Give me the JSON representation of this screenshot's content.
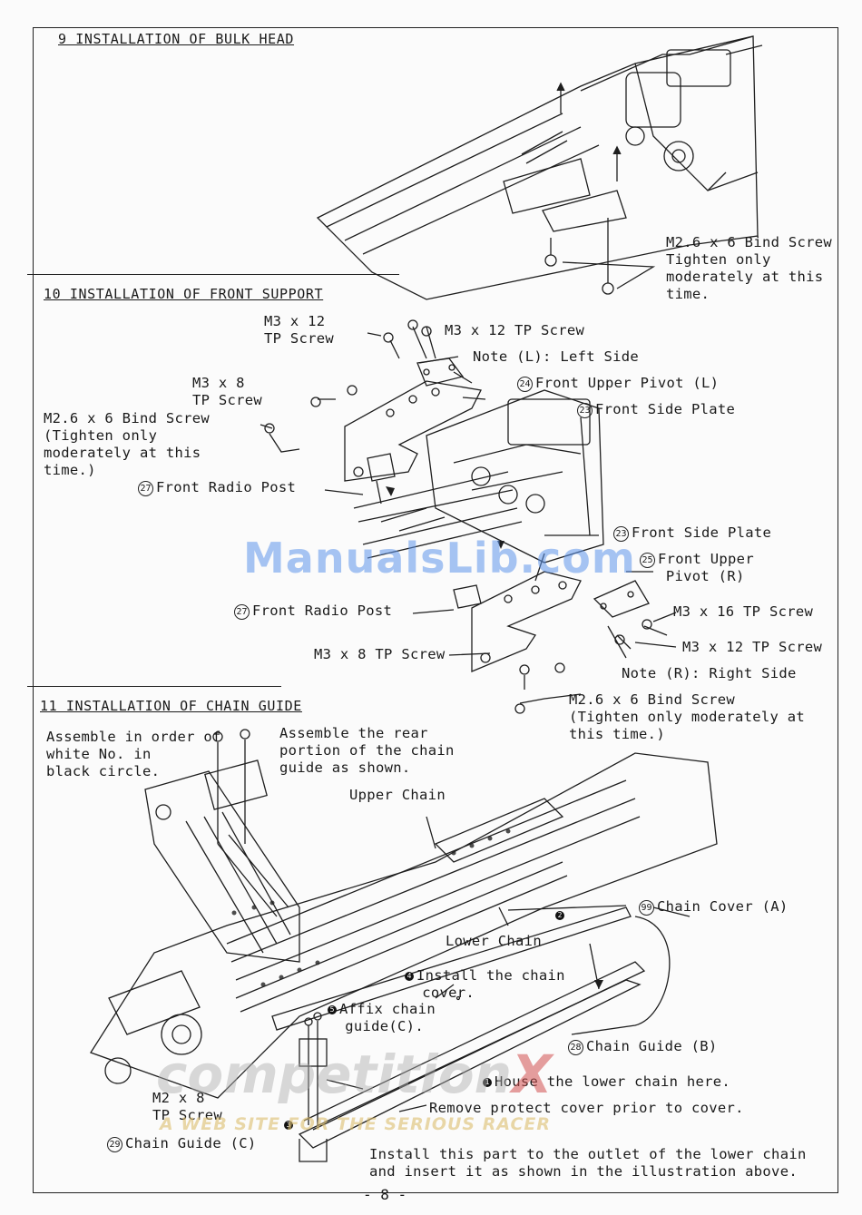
{
  "page_number": "- 8 -",
  "watermarks": {
    "manualslib": "ManualsLib.com",
    "site_main": "competition",
    "site_x": "X",
    "site_tagline": "A WEB SITE FOR THE SERIOUS RACER"
  },
  "section9": {
    "title": "9 INSTALLATION OF BULK HEAD",
    "screw_note": "M2.6 x 6 Bind Screw\nTighten only\nmoderately at this\ntime."
  },
  "section10": {
    "title": "10 INSTALLATION OF FRONT SUPPORT",
    "m3x12_tp_left": "M3 x 12\nTP Screw",
    "m3x12_tp_top": "M3 x 12 TP Screw",
    "note_left": "Note (L): Left Side",
    "part24": {
      "num": "24",
      "label": "Front Upper Pivot (L)"
    },
    "part23_top": {
      "num": "23",
      "label": "Front Side Plate"
    },
    "m3x8_tp_top": "M3 x 8\nTP Screw",
    "m26_bind_left": "M2.6 x 6 Bind Screw\n(Tighten only\nmoderately at this\ntime.)",
    "part27_top": {
      "num": "27",
      "label": "Front Radio Post"
    },
    "part23_bottom": {
      "num": "23",
      "label": "Front Side Plate"
    },
    "part25": {
      "num": "25",
      "label": "Front Upper\n   Pivot (R)"
    },
    "part27_bottom": {
      "num": "27",
      "label": "Front Radio Post"
    },
    "m3x16_tp": "M3 x 16 TP Screw",
    "m3x12_tp_right": "M3 x 12 TP Screw",
    "m3x8_tp_bottom": "M3 x 8 TP Screw",
    "note_right": "Note (R): Right Side",
    "m26_bind_bottom": "M2.6 x 6 Bind Screw\n(Tighten only moderately at\nthis time.)"
  },
  "section11": {
    "title": "11 INSTALLATION OF CHAIN GUIDE",
    "assemble_order": "Assemble in order of\nwhite No. in\nblack circle.",
    "assemble_rear": "Assemble the rear\nportion of the chain\nguide as shown.",
    "upper_chain": "Upper Chain",
    "part99": {
      "num": "99",
      "label": "Chain Cover (A)"
    },
    "lower_chain": "Lower Chain",
    "step2": "2",
    "step4": {
      "num": "4",
      "label": "Install the chain\n  cover."
    },
    "step5": {
      "num": "5",
      "label": "Affix chain\n  guide(C)."
    },
    "part28": {
      "num": "28",
      "label": "Chain Guide (B)"
    },
    "step1": {
      "num": "1",
      "label": "House the lower chain here."
    },
    "remove_cover": "Remove protect cover prior to cover.",
    "m2x8_tp": "M2 x 8\nTP Screw",
    "step3": "3",
    "part29": {
      "num": "29",
      "label": "Chain Guide (C)"
    },
    "install_part": "Install this part to the outlet of the lower chain\nand insert it as shown in the illustration above."
  }
}
